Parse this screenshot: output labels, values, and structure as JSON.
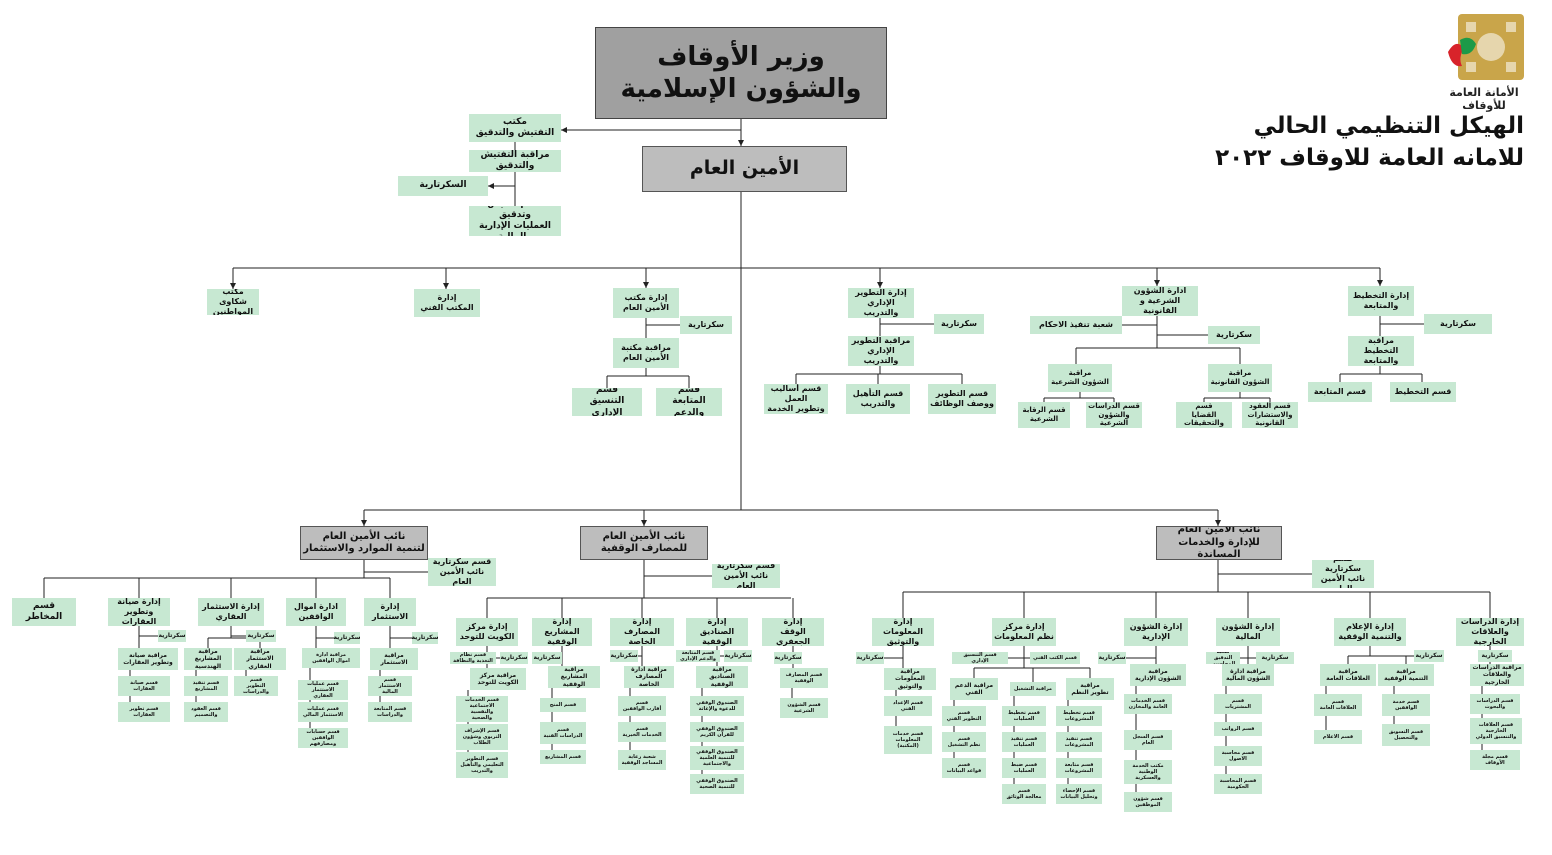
{
  "title": "الهيكل التنظيمي الحالي\nللامانه العامة للاوقاف ٢٠٢٢",
  "logo_text": "الأمانة العامة للأوقاف",
  "colors": {
    "box": "#c7e8d2",
    "gray": "#bdbdbd",
    "top": "#a0a0a0",
    "line": "#222222",
    "logo_gold": "#c9a54a",
    "logo_red": "#d8232a",
    "logo_green": "#1c9a48"
  },
  "boxes": [
    {
      "id": "minister",
      "text": "وزير الأوقاف\nوالشؤون الإسلامية",
      "s": "top"
    },
    {
      "id": "sg",
      "text": "الأمين العام",
      "s": "gray"
    },
    {
      "id": "insp_office",
      "text": "مكتب\nالتفتيش والتدقيق"
    },
    {
      "id": "insp_ctrl",
      "text": "مراقبة التفتيش والتدقيق"
    },
    {
      "id": "insp_sec",
      "text": "السكرتارية"
    },
    {
      "id": "insp_dept",
      "text": "قسم تفتيش وتدقيق\nالعمليات الإدارية والمالية"
    },
    {
      "id": "complaints",
      "text": "مكتب شكاوى\nالمواطنين"
    },
    {
      "id": "tech_office",
      "text": "إدارة\nالمكتب الفني"
    },
    {
      "id": "sg_office",
      "text": "إدارة مكتب\nالأمين العام"
    },
    {
      "id": "sg_office_sec",
      "text": "سكرتارية"
    },
    {
      "id": "sg_office_ctrl",
      "text": "مراقبة مكتبة\nالأمين العام"
    },
    {
      "id": "sg_coord",
      "text": "قسم\nالتنسيق الإداري"
    },
    {
      "id": "sg_follow",
      "text": "قسم\nالمتابعة والدعم"
    },
    {
      "id": "dev",
      "text": "إدارة التطوير\nالإداري والتدريب"
    },
    {
      "id": "dev_sec",
      "text": "سكرتارية"
    },
    {
      "id": "dev_ctrl",
      "text": "مراقبة التطوير\nالإداري والتدريب"
    },
    {
      "id": "dev_methods",
      "text": "قسم أساليب العمل\nوتطوير الخدمة"
    },
    {
      "id": "dev_qual",
      "text": "قسم التأهيل\nوالتدريب"
    },
    {
      "id": "dev_jobs",
      "text": "قسم التطوير\nووصف الوظائف"
    },
    {
      "id": "legal",
      "text": "ادارة الشؤون\nالشرعية و القانونية"
    },
    {
      "id": "legal_exec",
      "text": "شعبة تنفيذ الاحكام"
    },
    {
      "id": "legal_sec",
      "text": "سكرتارية"
    },
    {
      "id": "legal_sharia",
      "text": "مراقبة\nالشؤون الشرعية"
    },
    {
      "id": "legal_law",
      "text": "مراقبة\nالشؤون القانونية"
    },
    {
      "id": "legal_sharia_ctrl",
      "text": "قسم الرقابة\nالشرعية"
    },
    {
      "id": "legal_studies",
      "text": "قسم الدراسات\nوالشؤون الشرعية"
    },
    {
      "id": "legal_cases",
      "text": "قسم\nالقضايا والتحقيقات"
    },
    {
      "id": "legal_contracts",
      "text": "قسم العقود\nوالاستشارات القانونية"
    },
    {
      "id": "plan",
      "text": "إدارة التخطيط\nوالمتابعة"
    },
    {
      "id": "plan_sec",
      "text": "سكرتارية"
    },
    {
      "id": "plan_ctrl",
      "text": "مراقبة التخطيط\nوالمتابعة"
    },
    {
      "id": "plan_follow",
      "text": "قسم المتابعة"
    },
    {
      "id": "plan_plan",
      "text": "قسم التخطيط"
    },
    {
      "id": "dep_invest",
      "text": "نائب الأمين العام\nلتنمية الموارد والاستثمار",
      "s": "gray"
    },
    {
      "id": "dep_invest_sec",
      "text": "قسم سكرتارية\nنائب الأمين العام"
    },
    {
      "id": "dep_bank",
      "text": "نائب الأمين العام\nللمصارف الوقفية",
      "s": "gray"
    },
    {
      "id": "dep_bank_sec",
      "text": "قسم سكرتارية\nنائب الأمين العام"
    },
    {
      "id": "dep_admin",
      "text": "نائب الأمين العام\nللإدارة والخدمات المساندة",
      "s": "gray"
    },
    {
      "id": "dep_admin_sec",
      "text": "قسم سكرتارية\nنائب الأمين العام"
    },
    {
      "id": "risk",
      "text": "قسم المخاطر"
    },
    {
      "id": "maint",
      "text": "إدارة صيانة\nوتطوير العقارات"
    },
    {
      "id": "maint_sec",
      "text": "سكرتارية"
    },
    {
      "id": "maint_ctrl",
      "text": "مراقبة صيانة\nوتطوير العقارات"
    },
    {
      "id": "maint_d1",
      "text": "قسم صيانة\nالعقارات"
    },
    {
      "id": "maint_d2",
      "text": "قسم تطوير\nالعقارات"
    },
    {
      "id": "realestate",
      "text": "إدارة الاستثمار\nالعقاري"
    },
    {
      "id": "re_sec",
      "text": "سكرتارية"
    },
    {
      "id": "re_proj",
      "text": "مراقبة المشاريع\nالهندسية"
    },
    {
      "id": "re_ctrl",
      "text": "مراقبة الاستثمار\nالعقاري"
    },
    {
      "id": "re_d1",
      "text": "قسم تنفيذ\nالمشاريع"
    },
    {
      "id": "re_d2",
      "text": "قسم العقود\nوالتصميم"
    },
    {
      "id": "re_d3",
      "text": "قسم\nالتطوير والدراسات"
    },
    {
      "id": "funds",
      "text": "ادارة اموال\nالواقفين"
    },
    {
      "id": "funds_sec",
      "text": "سكرتارية"
    },
    {
      "id": "funds_ctrl",
      "text": "مراقبة ادارة\nاموال الواقفين"
    },
    {
      "id": "funds_d1",
      "text": "قسم عمليات الاستثمار\nالعقاري"
    },
    {
      "id": "funds_d2",
      "text": "قسم عمليات\nالاستثمار المالي"
    },
    {
      "id": "funds_d3",
      "text": "قسم حسابات\nالواقفين ومصارفهم"
    },
    {
      "id": "inv",
      "text": "إدارة الاستثمار"
    },
    {
      "id": "inv_sec",
      "text": "سكرتارية"
    },
    {
      "id": "inv_ctrl",
      "text": "مراقبة\nالاستثمار"
    },
    {
      "id": "inv_d1",
      "text": "قسم\nالاستثمار المالية"
    },
    {
      "id": "inv_d2",
      "text": "قسم المتابعة\nوالدراسات"
    },
    {
      "id": "kwc",
      "text": "إدارة مركز\nالكويت للتوحد"
    },
    {
      "id": "kwc_d0",
      "text": "قسم نظام\nالتغذية والنظافة"
    },
    {
      "id": "kwc_sec",
      "text": "سكرتارية"
    },
    {
      "id": "kwc_ctrl",
      "text": "مراقبة مركز\nالكويت للتوحد"
    },
    {
      "id": "kwc_d1",
      "text": "قسم الخدمات\nالاجتماعية والنفسية\nوالصحية"
    },
    {
      "id": "kwc_d2",
      "text": "قسم الإشراف\nالتربوي وشؤون\nالطلاب"
    },
    {
      "id": "kwc_d3",
      "text": "قسم التطوير\nالتعليمي والتأهيل\nوالتدريب"
    },
    {
      "id": "wproj",
      "text": "إدارة\nالمشاريع الوقفية"
    },
    {
      "id": "wproj_sec",
      "text": "سكرتارية"
    },
    {
      "id": "wproj_ctrl",
      "text": "مراقبة المشاريع\nالوقفية"
    },
    {
      "id": "wproj_d1",
      "text": "قسم المنح"
    },
    {
      "id": "wproj_d2",
      "text": "قسم\nالدراسات الفنية"
    },
    {
      "id": "wproj_d3",
      "text": "قسم المشاريع"
    },
    {
      "id": "special",
      "text": "إدارة\nالمصارف الخاصة"
    },
    {
      "id": "sp_sec",
      "text": "سكرتارية"
    },
    {
      "id": "sp_ctrl",
      "text": "مراقبة ادارة\nالمصارف الخاصة"
    },
    {
      "id": "sp_d1",
      "text": "قسم\nأقارب الواقفين"
    },
    {
      "id": "sp_d2",
      "text": "قسم\nالخدمات الخيرية"
    },
    {
      "id": "sp_d3",
      "text": "شعبة رعاية\nالمساجد الوقفية"
    },
    {
      "id": "wfunds",
      "text": "إدارة\nالصناديق الوقفية"
    },
    {
      "id": "wf_d0",
      "text": "قسم المتابعة\nوالدعم الإداري"
    },
    {
      "id": "wf_sec",
      "text": "سكرتارية"
    },
    {
      "id": "wf_ctrl",
      "text": "مراقبة\nالصناديق الوقفية"
    },
    {
      "id": "wf_d1",
      "text": "الصندوق الوقفي\nللدعوة والإغاثة"
    },
    {
      "id": "wf_d2",
      "text": "الصندوق الوقفي\nللقرآن الكريم"
    },
    {
      "id": "wf_d3",
      "text": "الصندوق الوقفي\nللتنمية العلمية\nوالاجتماعية"
    },
    {
      "id": "wf_d4",
      "text": "الصندوق الوقفي\nللتنمية الصحية"
    },
    {
      "id": "jaf",
      "text": "إدارة\nالوقف الجعفري"
    },
    {
      "id": "jaf_sec",
      "text": "سكرتارية"
    },
    {
      "id": "jaf_d1",
      "text": "قسم المصارف\nالوقفية"
    },
    {
      "id": "jaf_d2",
      "text": "قسم الشؤون\nالشرعية"
    },
    {
      "id": "info",
      "text": "إدارة المعلومات\nوالتوثيق"
    },
    {
      "id": "info_sec",
      "text": "سكرتارية"
    },
    {
      "id": "info_ctrl",
      "text": "مراقبة المعلومات\nوالتوثيق"
    },
    {
      "id": "info_d1",
      "text": "قسم الإعداد\nالفني"
    },
    {
      "id": "info_d2",
      "text": "قسم خدمات\nالمعلومات\n(المكتبة)"
    },
    {
      "id": "sys",
      "text": "إدارة مركز\nنظم المعلومات"
    },
    {
      "id": "sys_coord",
      "text": "قسم التنسيق الإداري"
    },
    {
      "id": "sys_tech",
      "text": "قسم الكتب الفني"
    },
    {
      "id": "sys_sup",
      "text": "مراقبة الدعم\nالفني"
    },
    {
      "id": "sys_ops",
      "text": "مراقبة التشغيل"
    },
    {
      "id": "sys_dev",
      "text": "مراقبة\nتطوير النظم"
    },
    {
      "id": "sys_s1",
      "text": "قسم\nالتطوير الفني"
    },
    {
      "id": "sys_s2",
      "text": "قسم\nنظم التشغيل"
    },
    {
      "id": "sys_s3",
      "text": "قسم\nقواعد البيانات"
    },
    {
      "id": "sys_o1",
      "text": "قسم تخطيط\nالعمليات"
    },
    {
      "id": "sys_o2",
      "text": "قسم تنفيذ\nالعمليات"
    },
    {
      "id": "sys_o3",
      "text": "قسم ضبط\nالعمليات"
    },
    {
      "id": "sys_o4",
      "text": "قسم\nمعالجة الوثائق"
    },
    {
      "id": "sys_d1",
      "text": "قسم تخطيط\nالمشروعات"
    },
    {
      "id": "sys_d2",
      "text": "قسم تنفيذ\nالمشروعات"
    },
    {
      "id": "sys_d3",
      "text": "قسم متابعة\nالمشروعات"
    },
    {
      "id": "sys_d4",
      "text": "قسم الإحصاء\nوتحليل البيانات"
    },
    {
      "id": "adm",
      "text": "إدارة الشؤون\nالإدارية"
    },
    {
      "id": "adm_sec",
      "text": "سكرتارية"
    },
    {
      "id": "adm_ctrl",
      "text": "مراقبة\nالشؤون الإدارية"
    },
    {
      "id": "adm_d1",
      "text": "قسم الخدمات\nالعامة والمخازن"
    },
    {
      "id": "adm_d2",
      "text": "قسم السجل\nالعام"
    },
    {
      "id": "adm_d3",
      "text": "مكتب الخدمة\nالوطنية والعسكرية"
    },
    {
      "id": "adm_d4",
      "text": "قسم شؤون\nالموظفين"
    },
    {
      "id": "fin",
      "text": "إدارة الشؤون\nالمالية"
    },
    {
      "id": "fin_d0",
      "text": "شعبة التدقيق\nالمحاسبي"
    },
    {
      "id": "fin_sec",
      "text": "سكرتارية"
    },
    {
      "id": "fin_ctrl",
      "text": "مراقبة ادارة\nالشؤون المالية"
    },
    {
      "id": "fin_d1",
      "text": "قسم\nالمشتريات"
    },
    {
      "id": "fin_d2",
      "text": "قسم الرواتب"
    },
    {
      "id": "fin_d3",
      "text": "قسم محاسبة\nالاصول"
    },
    {
      "id": "fin_d4",
      "text": "قسم المحاسبة\nالحكومية"
    },
    {
      "id": "media",
      "text": "إدارة الإعلام\nوالتنمية الوقفية"
    },
    {
      "id": "media_sec",
      "text": "سكرتارية"
    },
    {
      "id": "media_pr",
      "text": "مراقبة\nالعلاقات العامة"
    },
    {
      "id": "media_dev",
      "text": "مراقبة\nالتنمية الوقفية"
    },
    {
      "id": "media_d1",
      "text": "قسم\nالعلاقات العامة"
    },
    {
      "id": "media_d2",
      "text": "قسم الاعلام"
    },
    {
      "id": "media_d3",
      "text": "قسم خدمة\nالواقفين"
    },
    {
      "id": "media_d4",
      "text": "قسم التسويق\nوالتحصيل"
    },
    {
      "id": "studies",
      "text": "إدارة الدراسات\nوالعلاقات الخارجية"
    },
    {
      "id": "st_sec",
      "text": "سكرتارية"
    },
    {
      "id": "st_ctrl",
      "text": "مراقبة الدراسات\nوالعلاقات الخارجية"
    },
    {
      "id": "st_d1",
      "text": "قسم الدراسات\nوالبحوث"
    },
    {
      "id": "st_d2",
      "text": "قسم العلاقات\nالخارجية\nوالتنسيق الدولي"
    },
    {
      "id": "st_d3",
      "text": "قسم مجلة\nالأوقاف"
    }
  ]
}
